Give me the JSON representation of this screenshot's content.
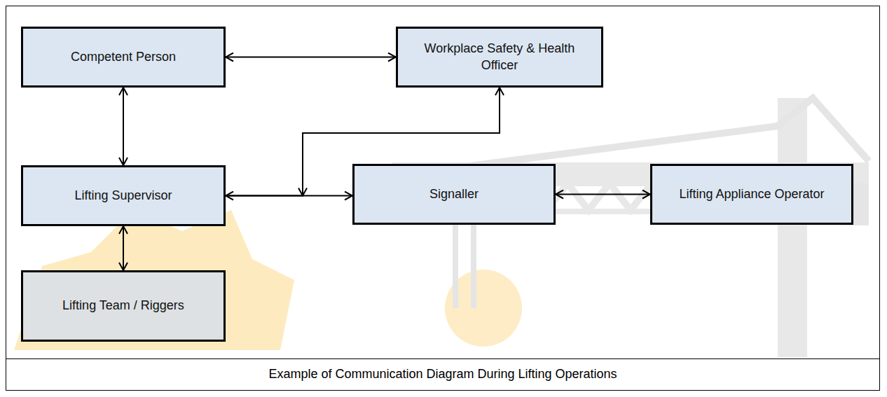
{
  "diagram": {
    "caption": "Example of Communication Diagram During Lifting Operations",
    "nodes": [
      {
        "text": [
          "Competent Person"
        ]
      },
      {
        "text": [
          "Workplace Safety & Health Officer"
        ]
      },
      {
        "text": [
          "Lifting Supervisor"
        ]
      },
      {
        "text": [
          "Signaller"
        ]
      },
      {
        "text": [
          "Lifting Appliance Operator"
        ]
      },
      {
        "text": [
          "Lifting Team / Riggers"
        ]
      }
    ],
    "edges": [
      {
        "from": 0,
        "to": 1,
        "arrow": "both"
      },
      {
        "from": 0,
        "to": 2,
        "arrow": "both"
      },
      {
        "from": 2,
        "to": 3,
        "arrow": "both"
      },
      {
        "from": 2,
        "to": 1,
        "arrow": "both"
      },
      {
        "from": 3,
        "to": 4,
        "arrow": "both"
      },
      {
        "from": 2,
        "to": 5,
        "arrow": "both"
      }
    ]
  }
}
